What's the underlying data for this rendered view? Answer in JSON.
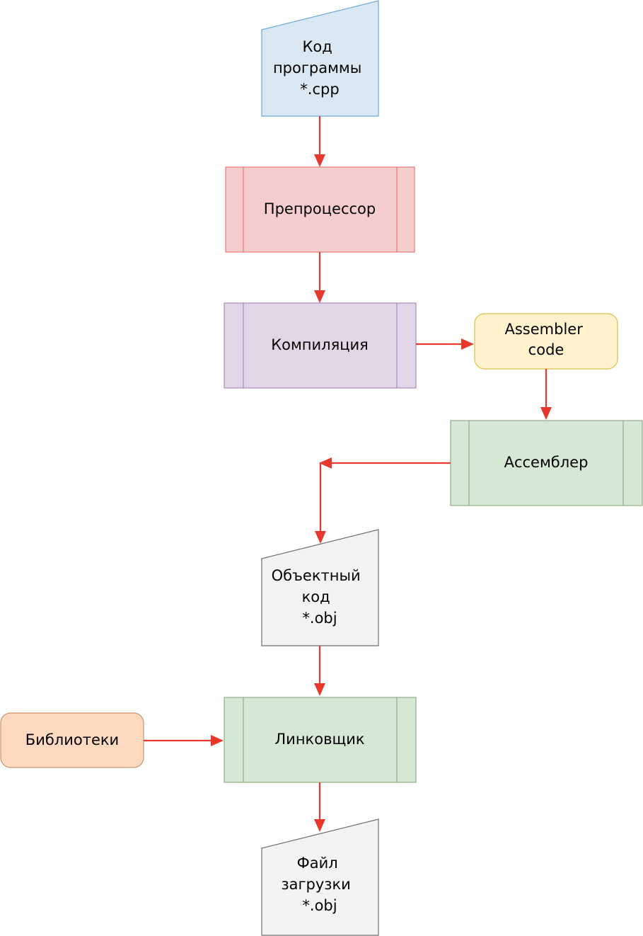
{
  "colors": {
    "arrow": "#e8372c",
    "input_fill": "#dae8f4",
    "input_stroke": "#6fa8dc",
    "preprocessor_fill": "#f6cdcd",
    "preprocessor_stroke": "#e57a7a",
    "compilation_fill": "#e2d5e7",
    "compilation_stroke": "#a98bbb",
    "assembler_code_fill": "#fff2cc",
    "assembler_code_stroke": "#d6c046",
    "green_fill": "#d5e8d4",
    "green_stroke": "#8fae85",
    "gray_fill": "#f3f3f3",
    "gray_stroke": "#6e6e6e",
    "libraries_fill": "#fdd9c0",
    "libraries_stroke": "#c9956b"
  },
  "nodes": {
    "source_code": {
      "lines": [
        "Код",
        "программы",
        "*.cpp"
      ]
    },
    "preprocessor": {
      "lines": [
        "Препроцессор"
      ]
    },
    "compilation": {
      "lines": [
        "Компиляция"
      ]
    },
    "assembler_code": {
      "lines": [
        "Assembler",
        "code"
      ]
    },
    "assembler": {
      "lines": [
        "Ассемблер"
      ]
    },
    "object_code": {
      "lines": [
        "Объектный",
        "код",
        "*.obj"
      ]
    },
    "libraries": {
      "lines": [
        "Библиотеки"
      ]
    },
    "linker": {
      "lines": [
        "Линковщик"
      ]
    },
    "load_file": {
      "lines": [
        "Файл",
        "загрузки",
        "*.obj"
      ]
    }
  }
}
